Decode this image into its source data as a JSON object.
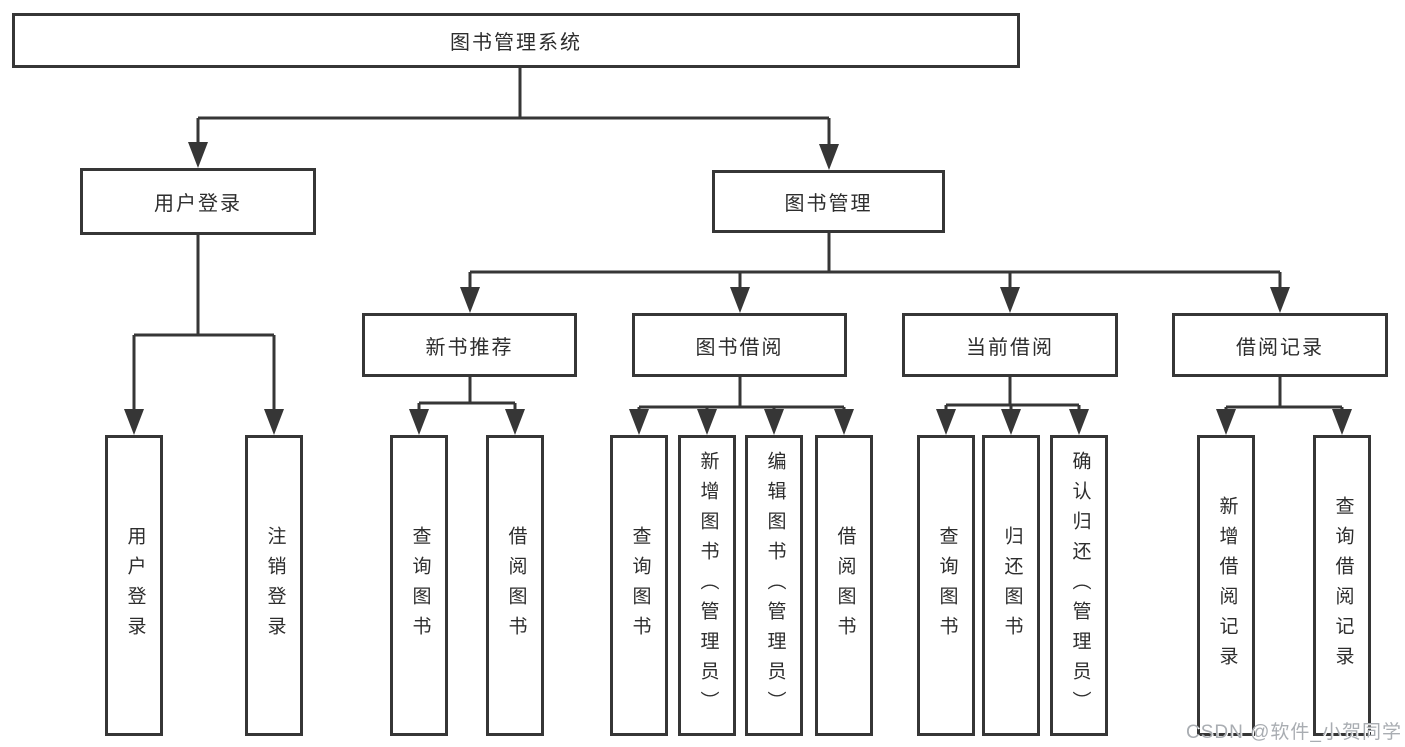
{
  "diagram": {
    "root": {
      "label": "图书管理系统"
    },
    "level2": [
      {
        "label": "用户登录"
      },
      {
        "label": "图书管理"
      }
    ],
    "level3": [
      {
        "label": "新书推荐"
      },
      {
        "label": "图书借阅"
      },
      {
        "label": "当前借阅"
      },
      {
        "label": "借阅记录"
      }
    ],
    "leaves": {
      "user_login": [
        "用户登录",
        "注销登录"
      ],
      "new_book": [
        "查询图书",
        "借阅图书"
      ],
      "book_borrow": [
        "查询图书",
        "新增图书（管理员）",
        "编辑图书（管理员）",
        "借阅图书"
      ],
      "current_borrow": [
        "查询图书",
        "归还图书",
        "确认归还（管理员）"
      ],
      "borrow_record": [
        "新增借阅记录",
        "查询借阅记录"
      ]
    }
  },
  "watermark": {
    "text": "CSDN @软件_小贺同学"
  },
  "colors": {
    "line": "#363636",
    "text": "#2d2d2d",
    "node_background": "#ffffff",
    "watermark": "#a9adb2"
  }
}
